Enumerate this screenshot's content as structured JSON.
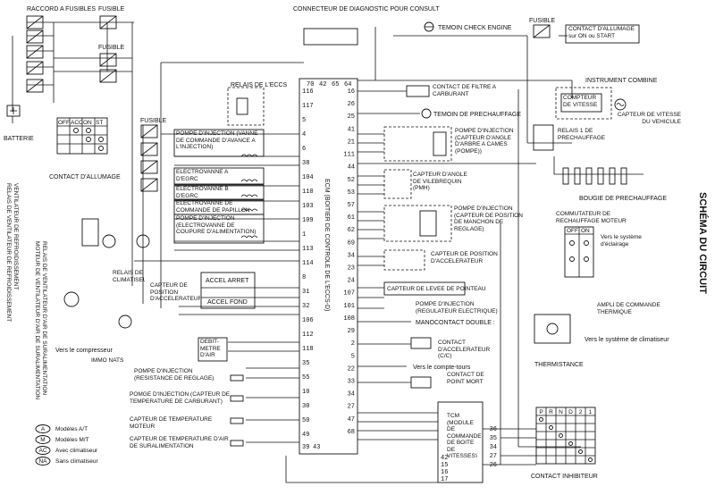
{
  "top": {
    "raccord": "RACCORD A FUSIBLES",
    "fusible_a": "FUSIBLE",
    "fusible_b": "FUSIBLE",
    "fusible_c": "FUSIBLE",
    "fusible_d": "FUSIBLE",
    "connecteur": "CONNECTEUR DE DIAGNOSTIC POUR CONSULT",
    "temoin_check": "TEMOIN CHECK ENGINE",
    "contact_allumage_on": "CONTACT D'ALLUMAGE sur ON ou START",
    "relais_eccs": "RELAIS DE L'ECCS"
  },
  "left": {
    "batterie": "BATTERIE",
    "contact_allumage": "CONTACT D'ALLUMAGE",
    "switch_headers": [
      "OFF",
      "ACC",
      "ON",
      "ST"
    ],
    "pompe_avance": "POMPE D'INJECTION (VANNE DE COMMANDE D'AVANCE A L'INJECTION)",
    "electrovanne_a": "ELECTROVANNE A D'EGRC",
    "electrovanne_b": "ELECTROVANNE B D'EGRC",
    "electrovanne_papillon": "ELECTROVANNE DE COMMANDE DE PAPILLON",
    "pompe_coupure": "POMPE D'INJECTION (ELECTROVANNE DE COUPURE D'ALIMENTATION)",
    "capteur_position": "CAPTEUR DE POSITION D'ACCELERATEUR",
    "accel_arret": "ACCEL ARRET",
    "accel_fond": "ACCEL FOND",
    "relais_climatiseur": "RELAIS DE CLIMATISEUR",
    "vers_compresseur": "Vers le compresseur",
    "debitmetre": "DEBIT-METRE D'AIR",
    "immo": "IMMO NATS",
    "pompe_resistance": "POMPE D'INJECTION (RESISTANCE DE REGLAGE)",
    "pompe_temp_carburant": "POMGE D'INJECTION (CAPTEUR DE TEMPERATURE DE CARBURANT)",
    "capteur_temp_moteur": "CAPTEUR DE TEMPERATURE MOTEUR",
    "capteur_temp_air": "CAPTEUR DE TEMPERATURE D'AIR DE SURALIMENTATION",
    "vertical_1": "RELAIS DE VENTILATEUR DE REFROIDISSEMENT",
    "vertical_2": "VENTILATEUR DE REFROIDISSEMENT",
    "vertical_3": "MOTEUR DE VENTILATEUR D'AIR DE SURALIMENTATION",
    "vertical_4": "RELAIS DE VENTILATEUR D'AIR DE SURALIMENTATION"
  },
  "legend": [
    {
      "code": "A",
      "text": "Modèles A/T"
    },
    {
      "code": "M",
      "text": "Modèles M/T"
    },
    {
      "code": "AC",
      "text": "Avec climatiseur"
    },
    {
      "code": "NA",
      "text": "Sans climatiseur"
    }
  ],
  "ecm": {
    "label": "ECM (BOITIER DE CONTROLE DE L'ECCS-D)",
    "top_pins": [
      "70",
      "42",
      "65",
      "64"
    ],
    "left_pins": [
      "116",
      "117",
      "5",
      "4",
      "6",
      "38",
      "104",
      "110",
      "103",
      "109",
      "1",
      "113",
      "114",
      "8",
      "31",
      "32",
      "106",
      "112",
      "118",
      "35",
      "55",
      "10",
      "30",
      "50",
      "49"
    ],
    "right_pins": [
      "16",
      "26",
      "25",
      "41",
      "21",
      "111",
      "44",
      "52",
      "53",
      "57",
      "61",
      "62",
      "69",
      "34",
      "23",
      "24",
      "107",
      "101",
      "108",
      "29",
      "2",
      "5",
      "22",
      "33",
      "34",
      "27",
      "47",
      "68"
    ],
    "bottom_pins": [
      "39",
      "43"
    ]
  },
  "right": {
    "contact_filtre": "CONTACT DE FILTRE A CARBURANT",
    "temoin_prechauffage": "TEMOIN DE PRECHAUFFAGE",
    "instrument_combine": "INSTRUMENT COMBINE",
    "compteur_vitesse": "COMPTEUR DE VITESSE",
    "capteur_vitesse": "CAPTEUR DE VITESSE DU VEHICULE",
    "relais_prechauffage": "RELAIS 1 DE PRECHAUFFAGE",
    "bougie": "BOUGIE DE PRECHAUFFAGE",
    "pompe_angle": "POMPE D'INJECTION (CAPTEUR D'ANGLE D'ARBRE A CAMES (POMPE))",
    "capteur_vilebrequin": "CAPTEUR D'ANGLE DE VILEBREQUIN (PMH)",
    "pompe_manchon": "POMPE D'INJECTION (CAPTEUR DE POSITION DE MANCHON DE REGLAGE)",
    "capteur_accel": "CAPTEUR DE POSITION D'ACCELERATEUR",
    "capteur_levee": "CAPTEUR DE LEVEE DE POINTEAU",
    "pompe_regulateur": "POMPE D'INJECTION (REGULATEUR ELECTRIQUE)",
    "manocontact": "MANOCONTACT DOUBLE :",
    "contact_accel": "CONTACT D'ACCELERATEUR (C/C)",
    "vers_compte_tours": "Vers le compte-tours",
    "contact_point_mort": "CONTACT DE POINT MORT",
    "tcm": "TCM (MODULE DE COMMANDE DE BOITE DE VITESSES)",
    "commutateur": "COMMUTATEUR DE RECHAUFFAGE MOTEUR",
    "comm_headers": [
      "OFF",
      "ON"
    ],
    "vers_eclairage": "Vers le système d'éclairage",
    "ampli": "AMPLI DE COMMANDE THERMIQUE",
    "vers_climatiseur": "Vers le système de climatiseur",
    "thermistance": "THERMISTANCE",
    "contact_inhibiteur": "CONTACT INHIBITEUR",
    "inhib_headers": [
      "P",
      "R",
      "N",
      "D",
      "2",
      "1"
    ],
    "tcm_pins_left": [
      "42",
      "15",
      "16",
      "17"
    ],
    "tcm_pins_right": [
      "36",
      "35",
      "34",
      "27",
      "26"
    ]
  },
  "side_title": "SCHÉMA DU CIRCUIT"
}
